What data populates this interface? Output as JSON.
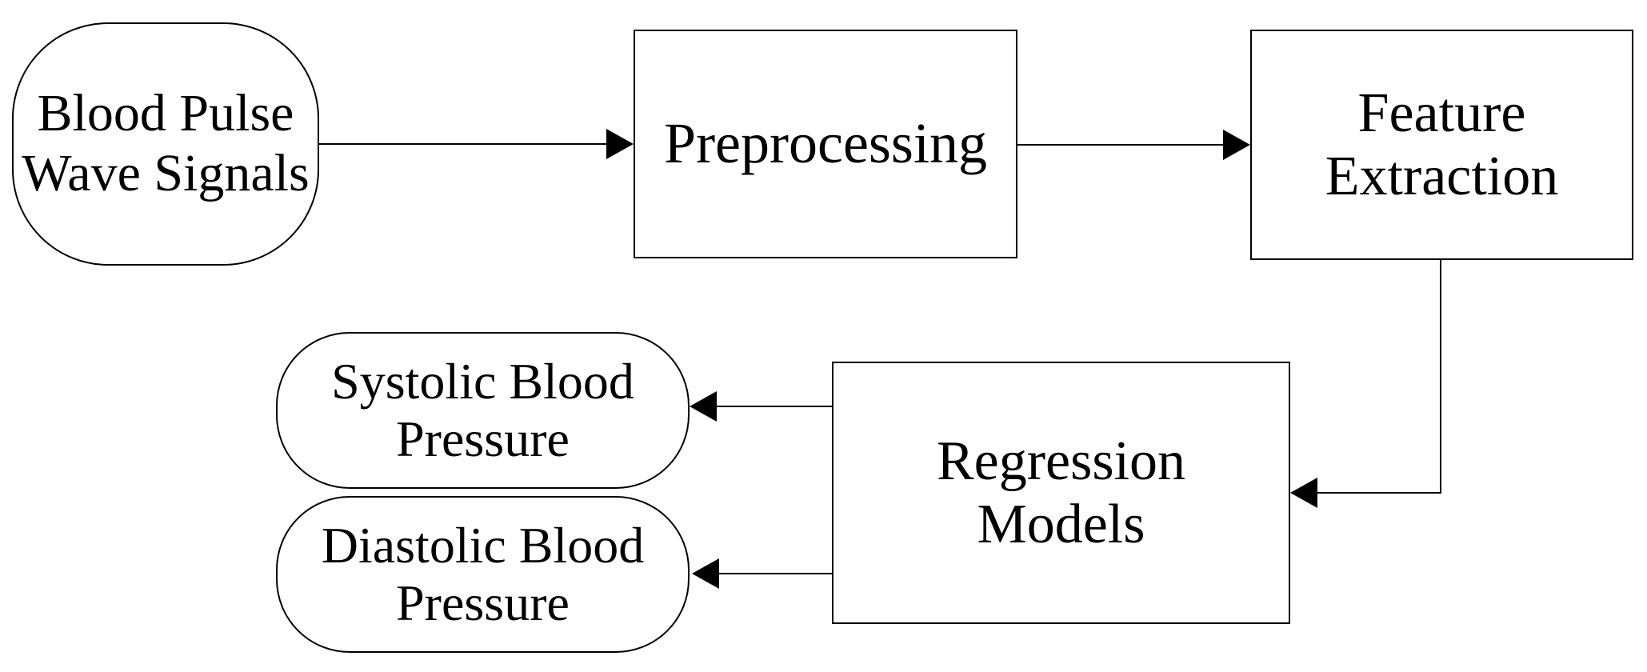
{
  "diagram": {
    "background_color": "#ffffff",
    "stroke_color": "#000000",
    "text_color": "#000000",
    "node_fill_color": "#ffffff",
    "nodes": {
      "blood_pulse_wave_signals": {
        "shape": "rounded-terminator",
        "lines": [
          "Blood Pulse",
          "Wave Signals"
        ]
      },
      "preprocessing": {
        "shape": "rectangle",
        "lines": [
          "Preprocessing"
        ]
      },
      "feature_extraction": {
        "shape": "rectangle",
        "lines": [
          "Feature",
          "Extraction"
        ]
      },
      "regression_models": {
        "shape": "rectangle",
        "lines": [
          "Regression",
          "Models"
        ]
      },
      "systolic_blood_pressure": {
        "shape": "rounded-terminator",
        "lines": [
          "Systolic Blood",
          "Pressure"
        ]
      },
      "diastolic_blood_pressure": {
        "shape": "rounded-terminator",
        "lines": [
          "Diastolic Blood",
          "Pressure"
        ]
      }
    },
    "edges": [
      {
        "from": "Blood Pulse Wave Signals",
        "to": "Preprocessing"
      },
      {
        "from": "Preprocessing",
        "to": "Feature Extraction"
      },
      {
        "from": "Feature Extraction",
        "to": "Regression Models"
      },
      {
        "from": "Regression Models",
        "to": "Systolic Blood Pressure"
      },
      {
        "from": "Regression Models",
        "to": "Diastolic Blood Pressure"
      }
    ]
  }
}
